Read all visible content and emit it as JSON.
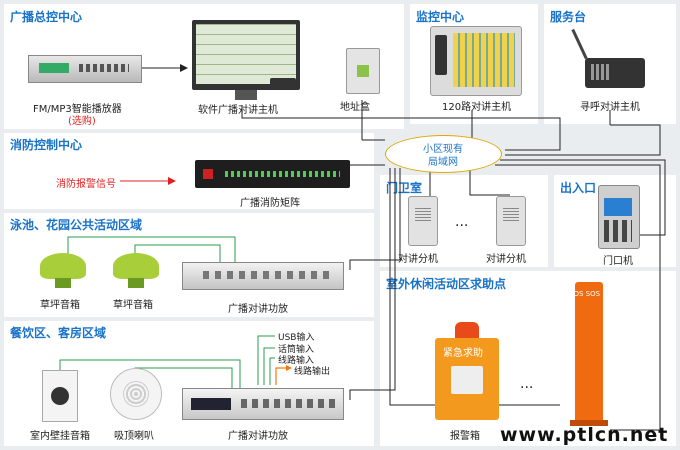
{
  "sections": {
    "broadcast_center": "广播总控中心",
    "monitor_center": "监控中心",
    "service_desk": "服务台",
    "fire_control_center": "消防控制中心",
    "pool_garden_area": "泳池、花园公共活动区域",
    "dining_room_area": "餐饮区、客房区域",
    "guard_room": "门卫室",
    "entrance": "出入口",
    "outdoor_help_area": "室外休闲活动区求助点"
  },
  "devices": {
    "fm_player": "FM/MP3智能播放器",
    "fm_player_note": "(选购)",
    "software_host": "软件广播对讲主机",
    "address_box": "地址盒",
    "host_120": "120路对讲主机",
    "paging_host": "寻呼对讲主机",
    "fire_matrix": "广播消防矩阵",
    "fire_signal": "消防报警信号",
    "lawn_speaker_1": "草坪音箱",
    "lawn_speaker_2": "草坪音箱",
    "amp_pool": "广播对讲功放",
    "wall_speaker": "室内壁挂音箱",
    "ceiling_speaker": "吸顶喇叭",
    "amp_dining": "广播对讲功放",
    "intercom_ext_1": "对讲分机",
    "intercom_ext_2": "对讲分机",
    "door_unit": "门口机",
    "alarm_box": "报警箱",
    "ellipsis_1": "···",
    "ellipsis_2": "···"
  },
  "network": {
    "line1": "小区现有",
    "line2": "局域网"
  },
  "ports": [
    "USB输入",
    "话筒输入",
    "线路输入",
    "线路输出"
  ],
  "help_text": "紧急求助",
  "sos_text": "SOS SOS",
  "watermark": "www.ptlcn.net",
  "colors": {
    "section_title": "#1a73c8",
    "red_label": "#e02020",
    "green_line": "#2a9d4a",
    "orange_arrow": "#f07a10"
  }
}
